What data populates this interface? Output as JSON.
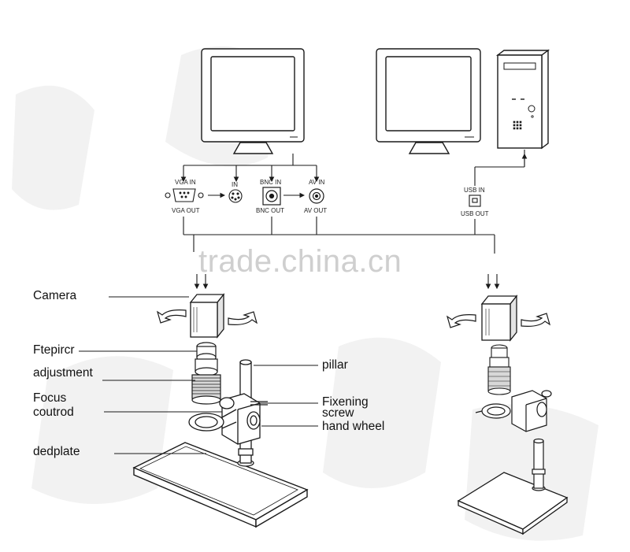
{
  "watermark": "trade.china.cn",
  "ports": {
    "vga_in": "VGA IN",
    "vga_out": "VGA OUT",
    "in": "IN",
    "bnc_in": "BNC IN",
    "bnc_out": "BNC OUT",
    "av_in": "AV IN",
    "av_out": "AV OUT",
    "usb_in": "USB IN",
    "usb_out": "USB OUT"
  },
  "labels": {
    "camera": "Camera",
    "ftepircr": "Ftepircr",
    "adjustment": "adjustment",
    "focus": "Focus",
    "coutrod": "coutrod",
    "dedplate": "dedplate",
    "pillar": "pillar",
    "fixening": "Fixening",
    "screw": "screw",
    "hand_wheel": "hand wheel"
  },
  "colors": {
    "line": "#1a1a1a",
    "bg_shape": "#efefef",
    "watermark": "#cfcfcf"
  }
}
